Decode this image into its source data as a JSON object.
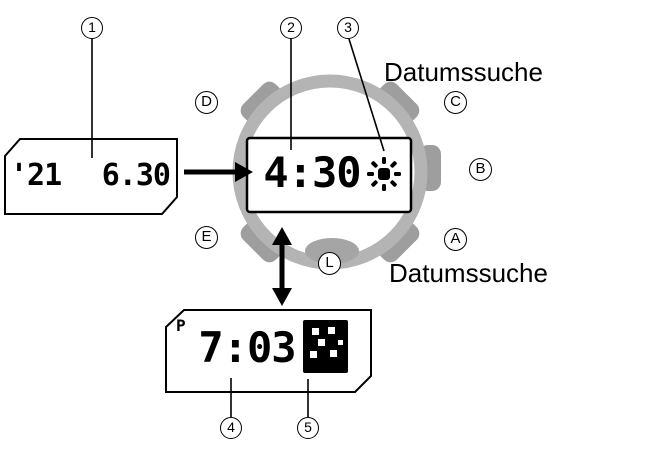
{
  "labels": {
    "datumssuche_top": "Datumssuche",
    "datumssuche_bottom": "Datumssuche"
  },
  "callouts": {
    "c1": "1",
    "c2": "2",
    "c3": "3",
    "c4": "4",
    "c5": "5"
  },
  "watch_buttons": {
    "d": "D",
    "c": "C",
    "b": "B",
    "a": "A",
    "e": "E",
    "l": "L"
  },
  "displays": {
    "date_display": {
      "year": "'21",
      "date": "6.30"
    },
    "watch_display": {
      "time": "4:30",
      "icon": "flashing-indicator-icon"
    },
    "lower_display": {
      "mode": "P",
      "time": "7:03",
      "icon": "dot-pattern-icon"
    }
  },
  "colors": {
    "case_gray": "#b4b4b4",
    "button_gray": "#9e9e9e",
    "line_black": "#000000",
    "display_white": "#ffffff"
  }
}
